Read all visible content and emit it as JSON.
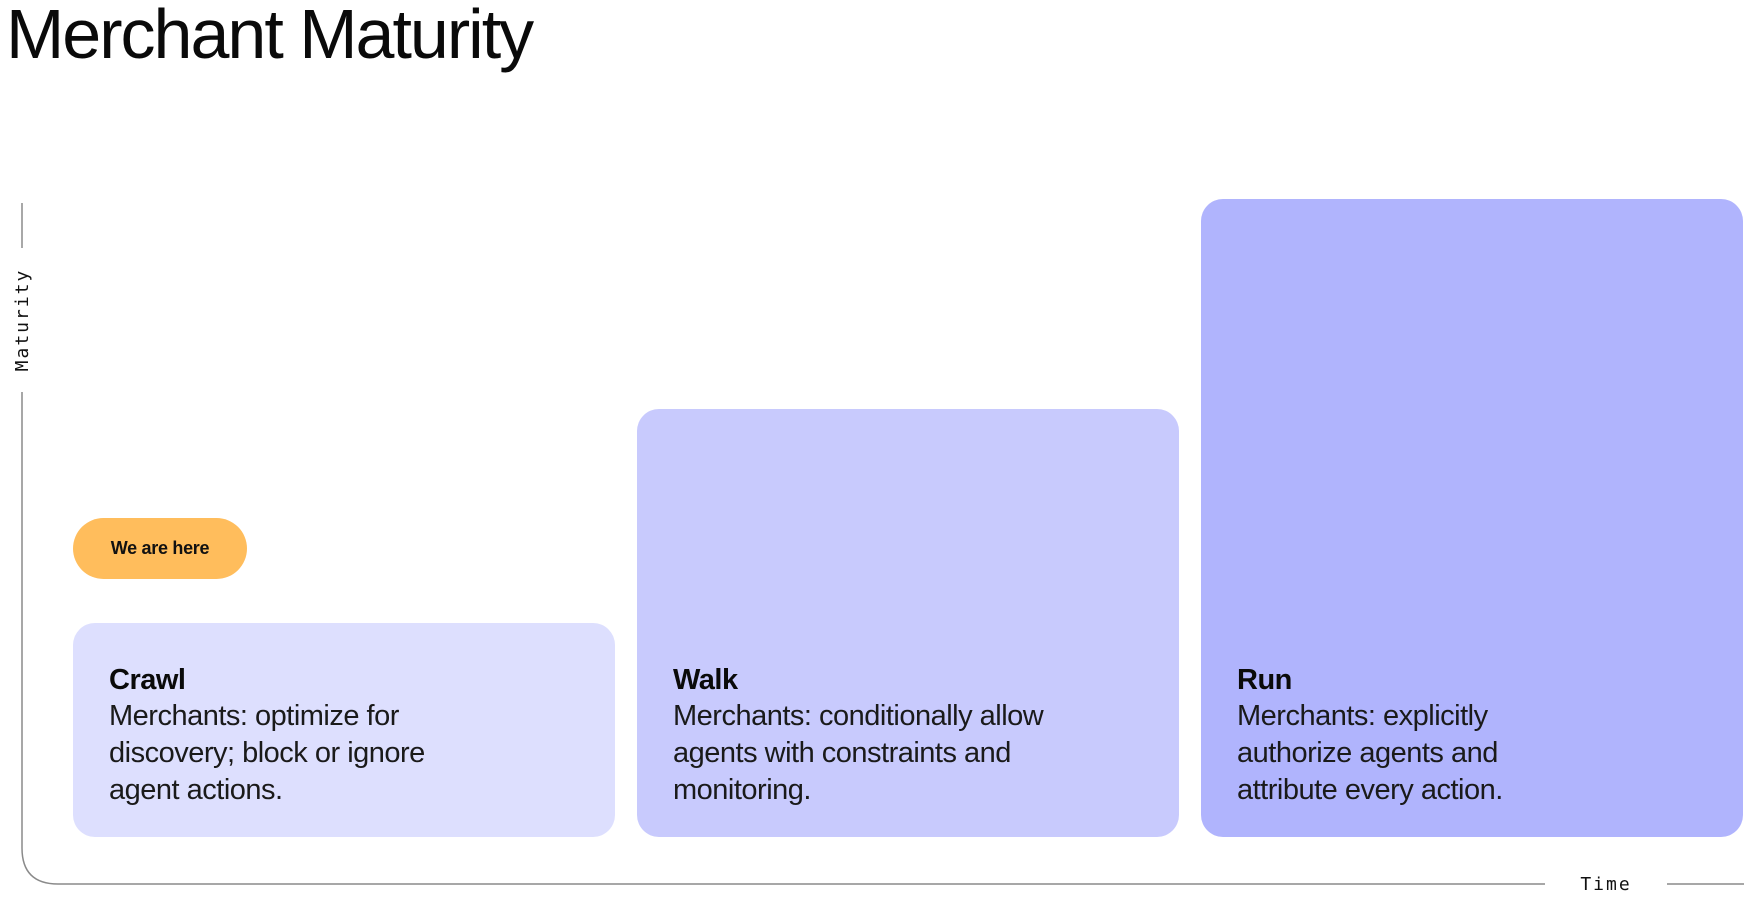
{
  "page": {
    "title": "Merchant Maturity"
  },
  "axes": {
    "y_label": "Maturity",
    "x_label": "Time",
    "line_color": "#8a8a8a"
  },
  "badge": {
    "label": "We are here",
    "color": "#ffbd5c"
  },
  "stages": [
    {
      "name": "Crawl",
      "description": "Merchants: optimize for discovery; block or ignore agent actions.",
      "color": "#dddffe"
    },
    {
      "name": "Walk",
      "description": "Merchants: conditionally allow agents with constraints and monitoring.",
      "color": "#c8cafd"
    },
    {
      "name": "Run",
      "description": "Merchants: explicitly authorize agents and attribute every action.",
      "color": "#b0b4fd"
    }
  ]
}
